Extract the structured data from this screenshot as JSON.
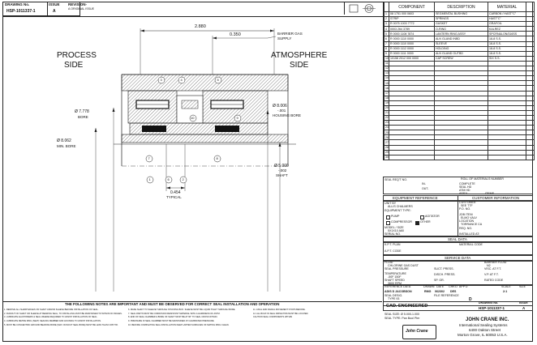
{
  "header": {
    "drawing_no_label": "DRAWING No.",
    "issue_label": "ISSUE",
    "drawing_no": "HSP-1011337-1",
    "issue": "A",
    "revision_label": "REVISION-",
    "revision_text": "A ORIGINAL ISSUE"
  },
  "drawing": {
    "left_title_1": "PROCESS",
    "left_title_2": "SIDE",
    "right_title_1": "ATMOSPHERE",
    "right_title_2": "SIDE",
    "dim_top": "2.880",
    "dim_350": "0.350",
    "barrier_gas_1": "BARRIER GAS",
    "barrier_gas_2": "SUPPLY",
    "bore_dim_1": "Ø 7.778",
    "bore_label_1": "BORE",
    "min_bore_dim": "Ø 8.062",
    "min_bore_label": "MIN. BORE",
    "housing_dim": "Ø 8.006",
    "housing_tol": "-.001",
    "housing_label": "HOUSING BORE",
    "shaft_dim": "Ø 5.000",
    "shaft_tol": "-.002",
    "shaft_label": "SHAFT",
    "typical_dim": "0.454",
    "typical_label": "TYPICAL",
    "balloons": [
      "1",
      "2",
      "3",
      "4",
      "5",
      "6",
      "7",
      "8",
      "9",
      "10"
    ]
  },
  "bom": {
    "col_component": "COMPONENT",
    "col_description": "DESCRIPTION",
    "col_material": "MATERIAL",
    "rows": [
      {
        "n": "1",
        "comp": "08 1751 000 0603",
        "desc": "SEGMENTAL BUSHING",
        "mat": "CARBON / HAST\"C\""
      },
      {
        "n": "2",
        "comp": "STRIP",
        "desc": "SPRINGS",
        "mat": "HAST\"C\""
      },
      {
        "n": "3",
        "comp": "R 0075 1003 7772",
        "desc": "GASKET",
        "mat": "GRAFOIL"
      },
      {
        "n": "4",
        "comp": "0003 264 3789",
        "desc": "O-RING",
        "mat": "KALREZ"
      },
      {
        "n": "5",
        "comp": "R 0000 1108 7874",
        "desc": "LANTERN RING ASSY",
        "mat": "SPCRN&LON/316SS"
      },
      {
        "n": "6",
        "comp": "R 0000 1110 0000",
        "desc": "ALN GLAND  INBD",
        "mat": "18-8 S.S."
      },
      {
        "n": "7",
        "comp": "R 0000 1110 0000",
        "desc": "SLEEVE",
        "mat": "18-8 S.S."
      },
      {
        "n": "8",
        "comp": "R 0000 1112 0000",
        "desc": "HOLDING",
        "mat": "18-8 S.S."
      },
      {
        "n": "9",
        "comp": "R 0000 1111 0000",
        "desc": "ALN GLAND  OUTBD",
        "mat": "18-8 S.S."
      },
      {
        "n": "10",
        "comp": "10158 2012 000 0000",
        "desc": "CAP SCREW",
        "mat": "SIX S.S."
      },
      {
        "n": "11",
        "comp": "",
        "desc": "",
        "mat": ""
      },
      {
        "n": "12",
        "comp": "",
        "desc": "",
        "mat": ""
      },
      {
        "n": "13",
        "comp": "",
        "desc": "",
        "mat": ""
      },
      {
        "n": "14",
        "comp": "",
        "desc": "",
        "mat": ""
      },
      {
        "n": "15",
        "comp": "",
        "desc": "",
        "mat": ""
      },
      {
        "n": "16",
        "comp": "",
        "desc": "",
        "mat": ""
      },
      {
        "n": "17",
        "comp": "",
        "desc": "",
        "mat": ""
      },
      {
        "n": "18",
        "comp": "",
        "desc": "",
        "mat": ""
      },
      {
        "n": "19",
        "comp": "",
        "desc": "",
        "mat": ""
      },
      {
        "n": "20",
        "comp": "",
        "desc": "",
        "mat": ""
      },
      {
        "n": "21",
        "comp": "",
        "desc": "",
        "mat": ""
      },
      {
        "n": "22",
        "comp": "",
        "desc": "",
        "mat": ""
      },
      {
        "n": "23",
        "comp": "",
        "desc": "",
        "mat": ""
      },
      {
        "n": "24",
        "comp": "",
        "desc": "",
        "mat": ""
      },
      {
        "n": "25",
        "comp": "",
        "desc": "",
        "mat": ""
      },
      {
        "n": "26",
        "comp": "",
        "desc": "",
        "mat": ""
      },
      {
        "n": "27",
        "comp": "",
        "desc": "",
        "mat": ""
      },
      {
        "n": "28",
        "comp": "",
        "desc": "",
        "mat": ""
      },
      {
        "n": "29",
        "comp": "",
        "desc": "",
        "mat": ""
      },
      {
        "n": "30",
        "comp": "",
        "desc": "",
        "mat": ""
      }
    ]
  },
  "info": {
    "seal_req": "SEAL REQ'T NO.",
    "roll_bom": "ROLL OF MATERIALS NUMBER",
    "in_label": "IN-",
    "out_label": "OUT-",
    "complete": "COMPLETE",
    "seal_hd": "SEAL HD",
    "atm_hd": "ATM HD",
    "asst": "ASS'Y",
    "items": "ITEMS",
    "equip_ref": "EQUIPMENT REFERENCE",
    "cust_info": "CUSTOMER INFORMATION",
    "unit_by": "UNIT BY",
    "unit_by_val": "ALLIS CHALMERS",
    "equip_type": "EQUIPMENT TYPE:",
    "customer": "CUSTOMER",
    "customer_val": "SEE TTF",
    "po": "P.O. NO.",
    "pump": "PUMP",
    "agitator": "AGITATOR",
    "compressor": "COMPRESSOR",
    "other": "OTHER",
    "job_item": "JOB ITEM",
    "job_val": "ELMO VALV",
    "location": "LOCATION",
    "location_val": "TORRANCE CA",
    "model_size": "MODEL / SIZE",
    "model_val": "5X1X10 A60",
    "serial": "SERIAL NO.",
    "req_no": "REQ. NO.",
    "installed_at": "INSTALLED AT:",
    "seal_data": "SEAL DATA",
    "kp": "K.P.T. PLAN",
    "material_code": "MATERIAL CODE",
    "a_p_t_code": "A.P.T. CODE",
    "service_data": "SERVICE DATA",
    "fluid": "FLUID",
    "fluid_val": "CHLORINE GAS DUST",
    "barrier_fluid": "BARRIER FLUID",
    "barrier_val": "N2",
    "seal_pressure": "SEAL PRESSURE",
    "suct_press": "SUCT. PRESS.",
    "visc": "VISC. AT F.T.",
    "temperature": "TEMPERATURE",
    "temp_val": "-50F 150F",
    "disch_press": "DISCH. PRESS.",
    "vp": "V.P. AT F.T.",
    "shaft_speed": "SHAFT SPEED",
    "speed_val": "3600 RPM",
    "sp_gr": "SP. GR.",
    "rated_code": "RATED CODE",
    "reference_data": "REFERENCE DATA",
    "drawn": "DRAWN",
    "date": "DATE",
    "chkd": "CHK'D",
    "app_d": "APP'D",
    "scale": "SCALE",
    "size": "SIZE",
    "drawn_by": "ADIS D JACOBSON",
    "dwg_date": "08/22/02",
    "rmg": "RMG",
    "dwg_no2": "062302",
    "des": "DES",
    "scale_val": "2:1",
    "size_val": "D",
    "seal_desig": "SEAL DESIG.",
    "seal_desig_val": "TYPE 93",
    "file_ref": "FILE REFERENCE",
    "cad": "CAD. ENGINEERED",
    "drawing_no_label": "DRAWING No.",
    "issue_label": "ISSUE",
    "drawing_no": "HSP-1011337-1",
    "issue": "A",
    "seal_size": "SEAL SIZE: Ø 5.000-1.000",
    "seal_type": "SEAL TYPE: Pan Bool Pier",
    "company": "JOHN CRANE INC.",
    "company_2": "International Sealing Systems",
    "company_3": "6400 Oakton Street",
    "company_4": "Morton Grove, IL 60053 U.S.A.",
    "logo": "John Crane"
  },
  "notes": {
    "title": "THE FOLLOWING NOTES ARE IMPORTANT AND MUST BE OBSERVED FOR CORRECT SEAL INSTALLATION AND OPERATION",
    "left": [
      "1. REMOVE ALL SHARP EDGES ON SHAFT AND/OR SLEEVE BEFORE INSTALLATION OF SEAL.",
      "2. RUNOUT OF SHAFT OR SLEEVE AT BEARING SEAL, TO INSTALLING MUST BE MAINTAINED TO WITHIN NO INCHES.",
      "3. LUBRICATE ELASTOMERS & SEAL WHERE REQUIRED TO ASSIST INSTALLATION OF SEAL.",
      "4. LUBRICATE METRE RING (SEAT) SEALING MEMBER AND HOUSING TO ASSIST INSTALLATION.",
      "5. MUST BE CONCENTRIC AROUND BEARING BORE (MAX. RUNOUT SEAL BORE) MUST BE LESS THAN 0.005 TIR."
    ],
    "mid": [
      "6. MAKE SHAFT TO SLEEVE THROUGH STUFFING BOX. SLEEVE MUST BE LIQUID TIGHT THROUGH BORE.",
      "7. SEAL PARTS MUST BE CORROSION RESISTANT MATERIAL WITH A HARDNESS OF ASTM.",
      "8. END OF SEAL CHAMBER & BORE OF SHAFT MUST BE AT 90° TO SEAL CROSS WITHIN.",
      "9. PRESSURE IN SEAL CHAMBER MUST BE MAINTAINED AT CALIBRATED PRESSURE.",
      "10. BEFORE COMPLETING SEAL INSTALLATION KEEP LAPPED SURFACES OF MATING RING CLEAN."
    ],
    "right": [
      "11. AXIAL AND RADIAL MOVEMENT STOPS BEFORE.",
      "12. ALL BUILT-IN SEAL DRIVE PINS MUST BE LOCATED.",
      "CAUTION SEAL COMPONENTS WITHIN"
    ]
  }
}
